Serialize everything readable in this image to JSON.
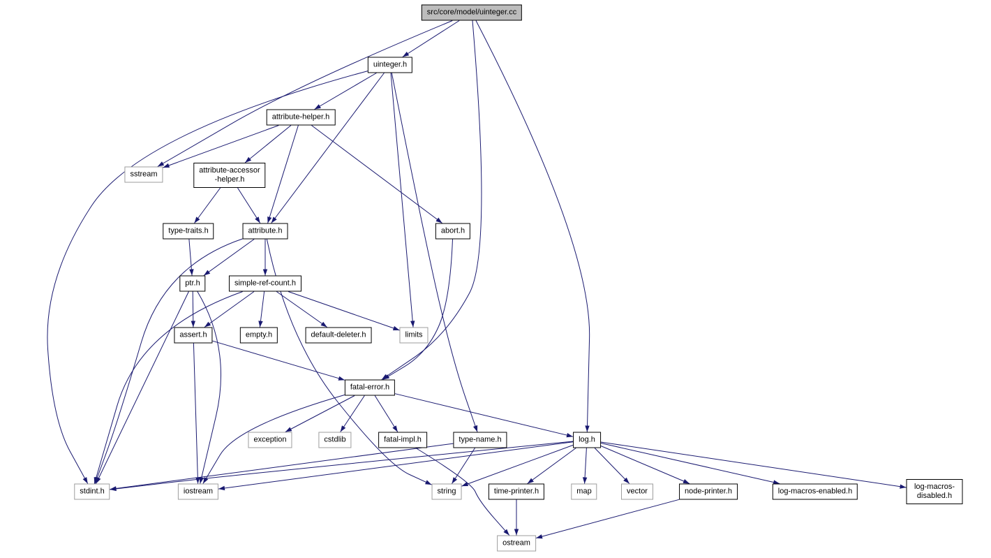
{
  "diagram": {
    "kind": "include-dependency-graph",
    "root": "src/core/model/uinteger.cc"
  },
  "colors": {
    "edge_color": "#191970",
    "root_fill": "#bcbcbc",
    "project_border": "#000000",
    "system_border": "#9d9d9d",
    "background": "#ffffff"
  },
  "nodes": [
    {
      "id": "uinteger_cc",
      "label": "src/core/model/uinteger.cc",
      "kind": "root"
    },
    {
      "id": "uinteger_h",
      "label": "uinteger.h",
      "kind": "project"
    },
    {
      "id": "attribute_helper_h",
      "label": "attribute-helper.h",
      "kind": "project"
    },
    {
      "id": "sstream",
      "label": "sstream",
      "kind": "system"
    },
    {
      "id": "attribute_accessor_helper_h",
      "label": "attribute-accessor\n-helper.h",
      "kind": "project"
    },
    {
      "id": "type_traits_h",
      "label": "type-traits.h",
      "kind": "project"
    },
    {
      "id": "attribute_h",
      "label": "attribute.h",
      "kind": "project"
    },
    {
      "id": "abort_h",
      "label": "abort.h",
      "kind": "project"
    },
    {
      "id": "ptr_h",
      "label": "ptr.h",
      "kind": "project"
    },
    {
      "id": "simple_ref_count_h",
      "label": "simple-ref-count.h",
      "kind": "project"
    },
    {
      "id": "assert_h",
      "label": "assert.h",
      "kind": "project"
    },
    {
      "id": "empty_h",
      "label": "empty.h",
      "kind": "project"
    },
    {
      "id": "default_deleter_h",
      "label": "default-deleter.h",
      "kind": "project"
    },
    {
      "id": "limits",
      "label": "limits",
      "kind": "system"
    },
    {
      "id": "fatal_error_h",
      "label": "fatal-error.h",
      "kind": "project"
    },
    {
      "id": "exception",
      "label": "exception",
      "kind": "system"
    },
    {
      "id": "cstdlib",
      "label": "cstdlib",
      "kind": "system"
    },
    {
      "id": "fatal_impl_h",
      "label": "fatal-impl.h",
      "kind": "project"
    },
    {
      "id": "type_name_h",
      "label": "type-name.h",
      "kind": "project"
    },
    {
      "id": "log_h",
      "label": "log.h",
      "kind": "project"
    },
    {
      "id": "stdint_h",
      "label": "stdint.h",
      "kind": "system"
    },
    {
      "id": "iostream",
      "label": "iostream",
      "kind": "system"
    },
    {
      "id": "string",
      "label": "string",
      "kind": "system"
    },
    {
      "id": "time_printer_h",
      "label": "time-printer.h",
      "kind": "project"
    },
    {
      "id": "map",
      "label": "map",
      "kind": "system"
    },
    {
      "id": "vector",
      "label": "vector",
      "kind": "system"
    },
    {
      "id": "node_printer_h",
      "label": "node-printer.h",
      "kind": "project"
    },
    {
      "id": "log_macros_enabled_h",
      "label": "log-macros-enabled.h",
      "kind": "project"
    },
    {
      "id": "log_macros_disabled_h",
      "label": "log-macros-disabled.h",
      "kind": "project"
    },
    {
      "id": "ostream",
      "label": "ostream",
      "kind": "system"
    }
  ],
  "edges": [
    {
      "from": "uinteger_cc",
      "to": "uinteger_h"
    },
    {
      "from": "uinteger_cc",
      "to": "sstream"
    },
    {
      "from": "uinteger_cc",
      "to": "fatal_error_h"
    },
    {
      "from": "uinteger_cc",
      "to": "log_h"
    },
    {
      "from": "uinteger_h",
      "to": "attribute_h"
    },
    {
      "from": "uinteger_h",
      "to": "attribute_helper_h"
    },
    {
      "from": "uinteger_h",
      "to": "type_name_h"
    },
    {
      "from": "uinteger_h",
      "to": "limits"
    },
    {
      "from": "uinteger_h",
      "to": "stdint_h"
    },
    {
      "from": "attribute_helper_h",
      "to": "attribute_h"
    },
    {
      "from": "attribute_helper_h",
      "to": "attribute_accessor_helper_h"
    },
    {
      "from": "attribute_helper_h",
      "to": "sstream"
    },
    {
      "from": "attribute_helper_h",
      "to": "abort_h"
    },
    {
      "from": "abort_h",
      "to": "fatal_error_h"
    },
    {
      "from": "attribute_accessor_helper_h",
      "to": "attribute_h"
    },
    {
      "from": "attribute_accessor_helper_h",
      "to": "type_traits_h"
    },
    {
      "from": "type_traits_h",
      "to": "ptr_h"
    },
    {
      "from": "attribute_h",
      "to": "ptr_h"
    },
    {
      "from": "attribute_h",
      "to": "simple_ref_count_h"
    },
    {
      "from": "attribute_h",
      "to": "stdint_h"
    },
    {
      "from": "attribute_h",
      "to": "string"
    },
    {
      "from": "ptr_h",
      "to": "assert_h"
    },
    {
      "from": "ptr_h",
      "to": "iostream"
    },
    {
      "from": "ptr_h",
      "to": "stdint_h"
    },
    {
      "from": "simple_ref_count_h",
      "to": "assert_h"
    },
    {
      "from": "simple_ref_count_h",
      "to": "default_deleter_h"
    },
    {
      "from": "simple_ref_count_h",
      "to": "empty_h"
    },
    {
      "from": "simple_ref_count_h",
      "to": "limits"
    },
    {
      "from": "simple_ref_count_h",
      "to": "stdint_h"
    },
    {
      "from": "assert_h",
      "to": "fatal_error_h"
    },
    {
      "from": "assert_h",
      "to": "iostream"
    },
    {
      "from": "fatal_error_h",
      "to": "fatal_impl_h"
    },
    {
      "from": "fatal_error_h",
      "to": "log_h"
    },
    {
      "from": "fatal_error_h",
      "to": "cstdlib"
    },
    {
      "from": "fatal_error_h",
      "to": "exception"
    },
    {
      "from": "fatal_error_h",
      "to": "iostream"
    },
    {
      "from": "fatal_impl_h",
      "to": "ostream"
    },
    {
      "from": "type_name_h",
      "to": "string"
    },
    {
      "from": "type_name_h",
      "to": "stdint_h"
    },
    {
      "from": "log_h",
      "to": "log_macros_enabled_h"
    },
    {
      "from": "log_h",
      "to": "log_macros_disabled_h"
    },
    {
      "from": "log_h",
      "to": "node_printer_h"
    },
    {
      "from": "log_h",
      "to": "time_printer_h"
    },
    {
      "from": "log_h",
      "to": "iostream"
    },
    {
      "from": "log_h",
      "to": "map"
    },
    {
      "from": "log_h",
      "to": "stdint_h"
    },
    {
      "from": "log_h",
      "to": "string"
    },
    {
      "from": "log_h",
      "to": "vector"
    },
    {
      "from": "time_printer_h",
      "to": "ostream"
    },
    {
      "from": "node_printer_h",
      "to": "ostream"
    }
  ]
}
